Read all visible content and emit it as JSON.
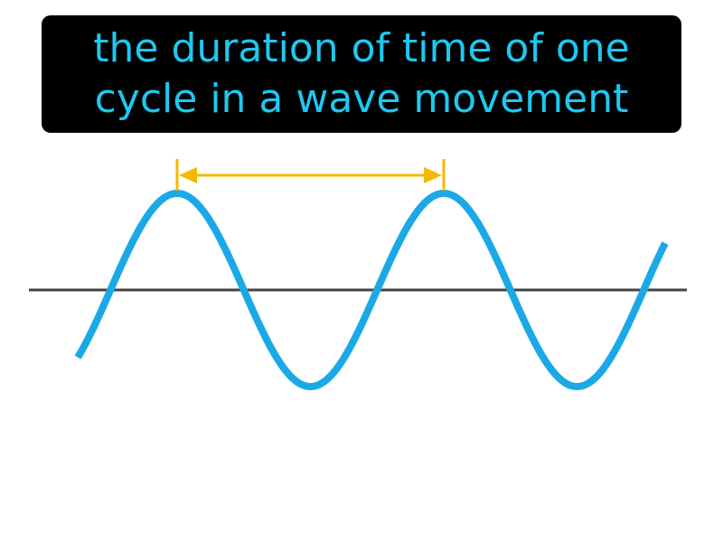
{
  "caption": {
    "line1": "the duration of time of one",
    "line2": "cycle in a wave movement"
  },
  "colors": {
    "background": "#ffffff",
    "caption_background": "#000000",
    "caption_text": "#1ec8f0",
    "wave": "#1aa9e6",
    "axis": "#444444",
    "period_marker": "#f5b800"
  },
  "diagram": {
    "wave_type": "sine",
    "cycles_shown": 2.25,
    "period_marker": "crest-to-crest"
  }
}
